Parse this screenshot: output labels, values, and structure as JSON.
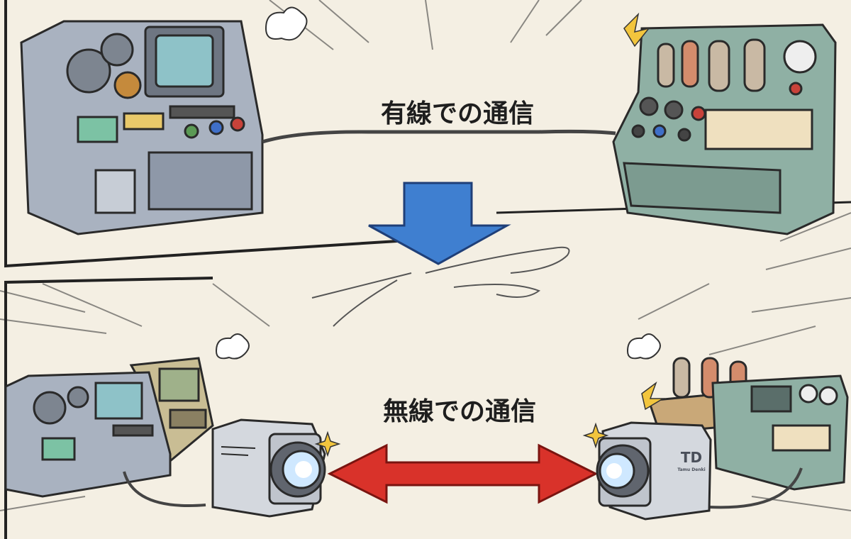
{
  "top_panel": {
    "label": "有線での通信"
  },
  "bottom_panel": {
    "label": "無線での通信"
  },
  "camera_logo": {
    "brand": "TD",
    "subtext": "Tamu Denki"
  },
  "colors": {
    "background": "#f4efe3",
    "arrow_blue": "#3f7fd0",
    "arrow_red": "#d9322a",
    "machine_gray": "#a9b2c0",
    "machine_green": "#8fb0a4"
  }
}
